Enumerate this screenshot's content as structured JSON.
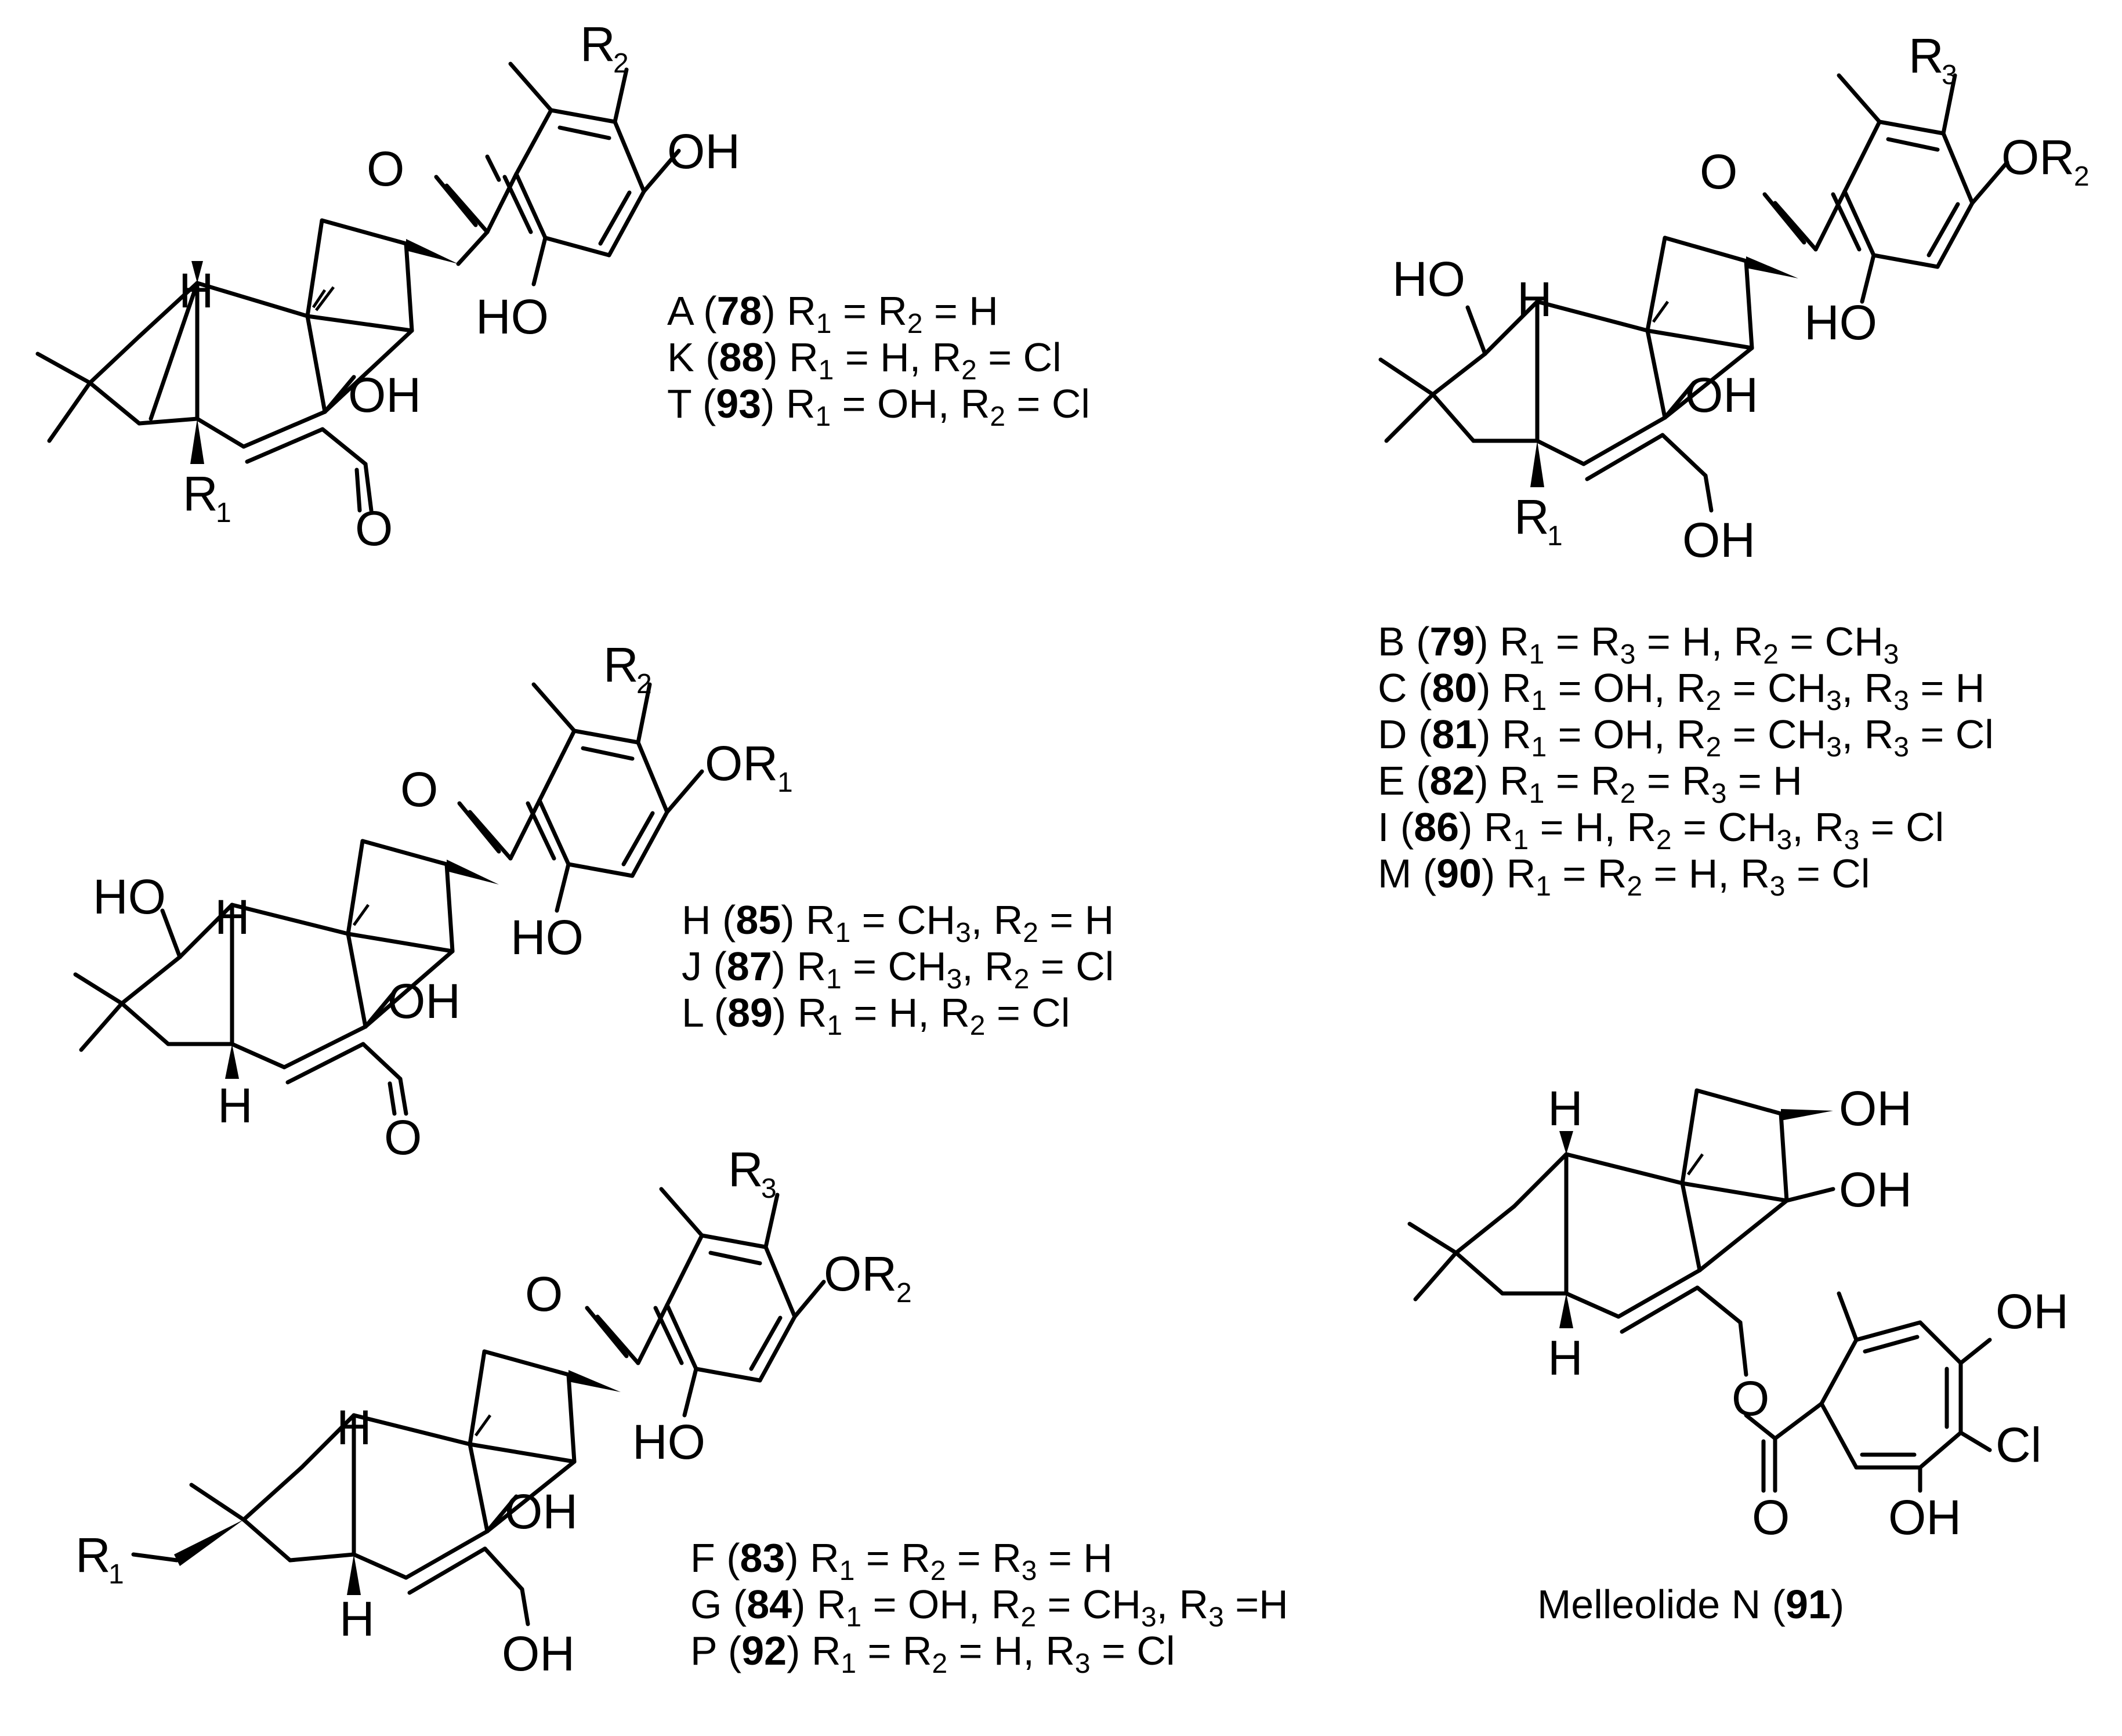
{
  "structures": [
    {
      "id": "s1",
      "atoms": [
        "R",
        "2",
        "OH",
        "O",
        "H",
        "HO",
        "OH",
        "R",
        "1",
        "O"
      ],
      "legend": [
        {
          "code": "A",
          "num": "78",
          "p1": "R",
          "s1": "1",
          "m1": " = R",
          "s2": "2",
          "m2": " = H",
          "s3": "",
          "m3": ""
        },
        {
          "code": "K",
          "num": "88",
          "p1": "R",
          "s1": "1",
          "m1": " = H, R",
          "s2": "2",
          "m2": " = Cl",
          "s3": "",
          "m3": ""
        },
        {
          "code": "T",
          "num": "93",
          "p1": "R",
          "s1": "1",
          "m1": " = OH, R",
          "s2": "2",
          "m2": " = Cl",
          "s3": "",
          "m3": ""
        }
      ]
    },
    {
      "id": "s2",
      "atoms": [
        "R",
        "3",
        "OR",
        "2",
        "O",
        "HO",
        "H",
        "HO",
        "OH",
        "R",
        "1",
        "OH"
      ],
      "legend": [
        {
          "code": "B",
          "num": "79",
          "p1": "R",
          "s1": "1",
          "m1": " = R",
          "s2": "3",
          "m2": " = H, R",
          "s3": "2",
          "m3": " = CH",
          "s4": "3",
          "m4": ""
        },
        {
          "code": "C",
          "num": "80",
          "p1": "R",
          "s1": "1",
          "m1": " = OH, R",
          "s2": "2",
          "m2": " = CH",
          "s3": "3",
          "m3": ", R",
          "s4": "3",
          "m4": " = H"
        },
        {
          "code": "D",
          "num": "81",
          "p1": "R",
          "s1": "1",
          "m1": " = OH, R",
          "s2": "2",
          "m2": " = CH",
          "s3": "3",
          "m3": ", R",
          "s4": "3",
          "m4": " = Cl"
        },
        {
          "code": "E",
          "num": "82",
          "p1": "R",
          "s1": "1",
          "m1": " = R",
          "s2": "2",
          "m2": " = R",
          "s3": "3",
          "m3": " = H",
          "s4": "",
          "m4": ""
        },
        {
          "code": "I",
          "num": "86",
          "p1": "R",
          "s1": "1",
          "m1": " = H, R",
          "s2": "2",
          "m2": " = CH",
          "s3": "3",
          "m3": ", R",
          "s4": "3",
          "m4": " = Cl"
        },
        {
          "code": "M",
          "num": "90",
          "p1": "R",
          "s1": "1",
          "m1": " = R",
          "s2": "2",
          "m2": " = H, R",
          "s3": "3",
          "m3": " = Cl",
          "s4": "",
          "m4": ""
        }
      ]
    },
    {
      "id": "s3",
      "atoms": [
        "R",
        "2",
        "OR",
        "1",
        "O",
        "HO",
        "H",
        "HO",
        "OH",
        "H",
        "O"
      ],
      "legend": [
        {
          "code": "H",
          "num": "85",
          "p1": "R",
          "s1": "1",
          "m1": " = CH",
          "s2": "3",
          "m2": ", R",
          "s3": "2",
          "m3": " = H"
        },
        {
          "code": "J",
          "num": "87",
          "p1": "R",
          "s1": "1",
          "m1": " = CH",
          "s2": "3",
          "m2": ", R",
          "s3": "2",
          "m3": " = Cl"
        },
        {
          "code": "L",
          "num": "89",
          "p1": "R",
          "s1": "1",
          "m1": " = H, R",
          "s2": "2",
          "m2": " = Cl",
          "s3": "",
          "m3": ""
        }
      ]
    },
    {
      "id": "s4",
      "atoms": [
        "R",
        "3",
        "OR",
        "2",
        "O",
        "HO",
        "H",
        "R",
        "1",
        "OH",
        "H",
        "OH"
      ],
      "legend": [
        {
          "code": "F",
          "num": "83",
          "p1": "R",
          "s1": "1",
          "m1": " = R",
          "s2": "2",
          "m2": " = R",
          "s3": "3",
          "m3": " = H"
        },
        {
          "code": "G",
          "num": "84",
          "p1": "R",
          "s1": "1",
          "m1": " = OH, R",
          "s2": "2",
          "m2": " = CH",
          "s3": "3",
          "m3": ", R",
          "s4": "3",
          "m4": " =H"
        },
        {
          "code": "P",
          "num": "92",
          "p1": "R",
          "s1": "1",
          "m1": " = R",
          "s2": "2",
          "m2": " = H, R",
          "s3": "3",
          "m3": " = Cl"
        }
      ]
    },
    {
      "id": "s5",
      "atoms": [
        "H",
        "OH",
        "OH",
        "OH",
        "H",
        "O",
        "Cl",
        "O",
        "OH"
      ],
      "name": "Melleolide N (",
      "name_num": "91",
      "name_close": ")"
    }
  ]
}
